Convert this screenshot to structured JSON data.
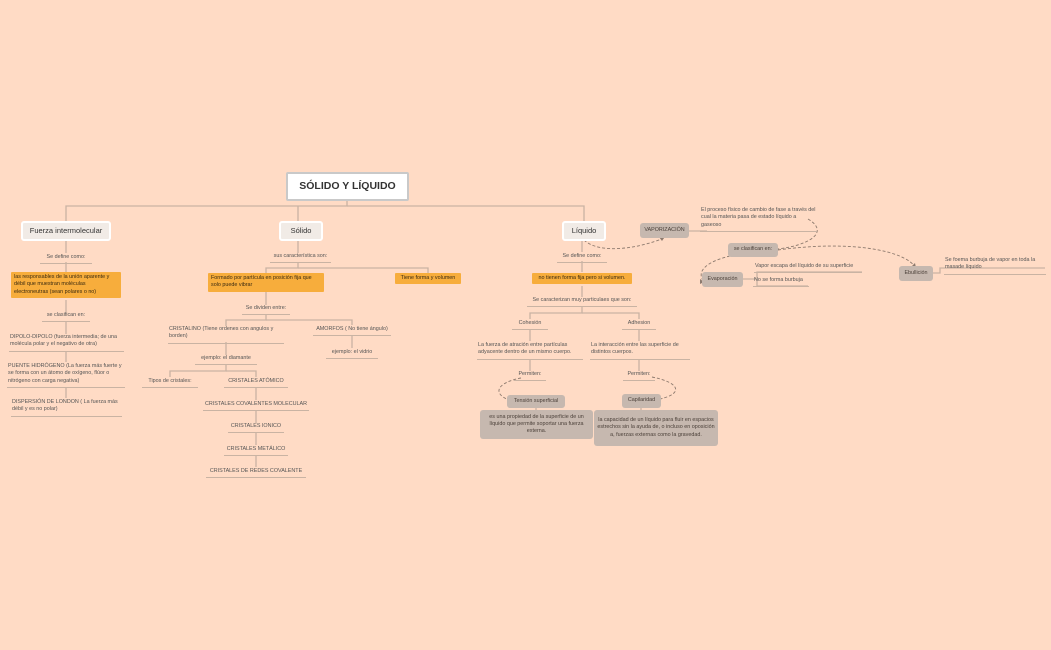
{
  "root": {
    "title": "SÓLIDO Y LÍQUIDO"
  },
  "fuerza": {
    "title": "Fuerza intermolecular",
    "se_define": "Se define como:",
    "definicion": "las responsables de la unión aparente y débil que muestran moléculas electroneutras (sean polares o no)",
    "se_clasifican": "se clasifican en:",
    "dipolo": "DIPOLO-DIPOLO (fuerza intermedia; de una molécula polar y el negativo de otra)",
    "puente": "PUENTE HIDRÓGENO (La fuerza más fuerte y se forma con un átomo de oxígeno, flúor o nitrógeno con carga negativa)",
    "london": "DISPERSIÓN DE LONDON ( La fuerza más débil y es no polar)"
  },
  "solido": {
    "title": "Sólido",
    "sus_car": "sus característica son:",
    "formado": "Formado por partícula en posición fija que solo puede vibrar",
    "tiene_forma": "Tiene forma y volumen",
    "se_dividen": "Se dividen entre:",
    "cristalino": "CRISTALINO (Tiene ordenes con angulos y borden)",
    "amorfos": "AMORFOS ( No tiene ángulo)",
    "ej_vidrio": "ejemplo: el vidrio",
    "ej_diamante": "ejemplo: el diamante",
    "tipos": "Tipos de cristales:",
    "crist_list": [
      "CRISTALES ATÓMICO",
      "CRISTALES COVALENTES MOLECULAR",
      "CRISTALES IONICO",
      "CRISTALES METÁLICO",
      "CRISTALES DE  REDES COVALENTE"
    ]
  },
  "liquido": {
    "title": "Líquido",
    "se_define": "Se define como:",
    "no_tienen": "no tienen forma fija pero si volumen.",
    "se_caract": "Se caracterizan muy particulaes que son:",
    "cohesion": "Cohesión",
    "adhesion": "Adhesion",
    "cohesion_def": "La fuerza de atración entre partículas adyacente dentro de un mismo cuerpo.",
    "adhesion_def": "La interacción entre las superficie de distintos cuerpos.",
    "permiten1": "Permiten:",
    "permiten2": "Permiten:",
    "tension": "Tensión superficial",
    "tension_def": "es una propiedad de la superficie de un líquido que permite soportar una fuerza externa.",
    "capilaridad": "Capilaridad",
    "capilaridad_def": "la capacidad de un líquido para fluir en espacios estrechos sin la ayuda de, o incluso en oposición a, fuerzas externas como la gravedad."
  },
  "vapor": {
    "title": "VAPORIZACIÓN",
    "def": "El proceso físico de cambio de fase a través del cual la materia pasa de estado líquido a gaseoso",
    "se_clasifican": "se clasifican en:",
    "evaporacion": "Evaporación",
    "ebullicion": "Ebullición",
    "evap_1": "Vapor escapa del líquido de su superficie",
    "evap_2": "No se forma burbuja",
    "ebul_def": "Se foema burbuja de vapor en toda la masade líquido"
  },
  "colors": {
    "background": "#ffdbc5",
    "orange": "#f7ad3c",
    "gray": "#c6b8af",
    "line": "#c9b3a3"
  }
}
